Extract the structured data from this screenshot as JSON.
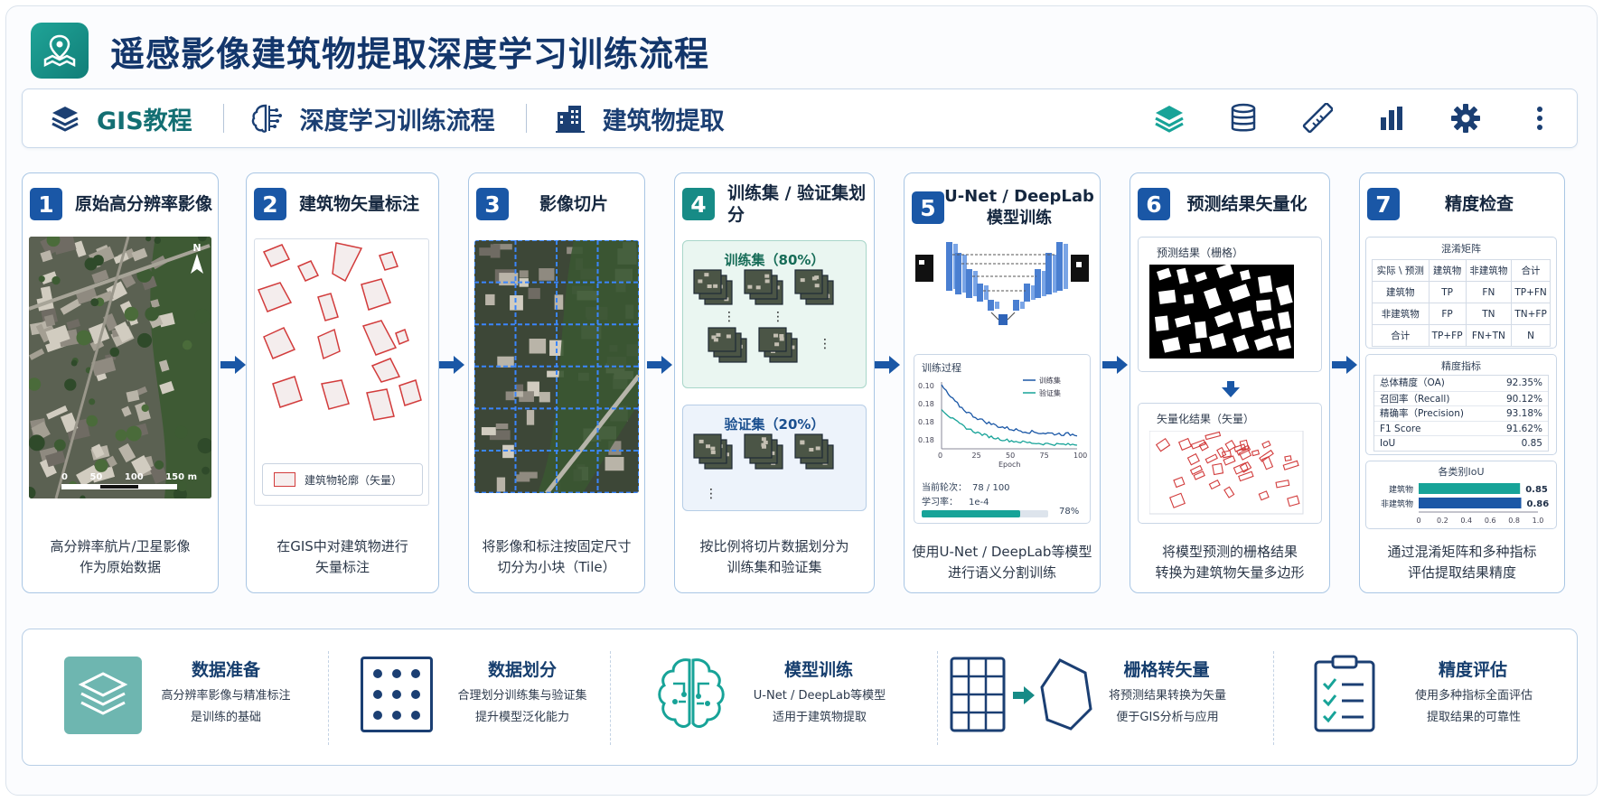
{
  "title": "遥感影像建筑物提取深度学习训练流程",
  "nav": {
    "items": [
      {
        "label": "GIS教程"
      },
      {
        "label": "深度学习训练流程"
      },
      {
        "label": "建筑物提取"
      }
    ],
    "tools": [
      "layers-icon",
      "database-icon",
      "ruler-icon",
      "bar-chart-icon",
      "settings-icon",
      "more-vertical-icon"
    ]
  },
  "steps": [
    {
      "num": "1",
      "title": "原始高分辨率影像",
      "desc": [
        "高分辨率航片/卫星影像",
        "作为原始数据"
      ],
      "scale": [
        "0",
        "50",
        "100",
        "150 m"
      ],
      "north": "N"
    },
    {
      "num": "2",
      "title": "建筑物矢量标注",
      "desc": [
        "在GIS中对建筑物进行",
        "矢量标注"
      ],
      "legend": "建筑物轮廓（矢量）"
    },
    {
      "num": "3",
      "title": "影像切片",
      "desc": [
        "将影像和标注按固定尺寸",
        "切分为小块（Tile）"
      ]
    },
    {
      "num": "4",
      "title": "训练集 / 验证集划分",
      "desc": [
        "按比例将切片数据划分为",
        "训练集和验证集"
      ],
      "train_label": "训练集（80%）",
      "val_label": "验证集（20%）"
    },
    {
      "num": "5",
      "title_lines": [
        "U-Net / DeepLab",
        "模型训练"
      ],
      "desc": [
        "使用U-Net / DeepLab等模型",
        "进行语义分割训练"
      ],
      "training": {
        "title": "训练过程",
        "xlabel": "Epoch",
        "legend": [
          "训练集",
          "验证集"
        ],
        "yticks": [
          "0.10",
          "0.18",
          "0.18",
          "0.18"
        ],
        "xticks": [
          "0",
          "25",
          "50",
          "75",
          "100"
        ],
        "epoch_label": "当前轮次：",
        "epoch_value": "78 / 100",
        "lr_label": "学习率：",
        "lr_value": "1e-4",
        "progress": 0.78,
        "progress_text": "78%"
      }
    },
    {
      "num": "6",
      "title": "预测结果矢量化",
      "desc": [
        "将模型预测的栅格结果",
        "转换为建筑物矢量多边形"
      ],
      "raster_label": "预测结果（栅格）",
      "vector_label": "矢量化结果（矢量）"
    },
    {
      "num": "7",
      "title": "精度检查",
      "desc": [
        "通过混淆矩阵和多种指标",
        "评估提取结果精度"
      ],
      "confusion": {
        "title": "混淆矩阵",
        "rows": [
          [
            "实际 \\ 预测",
            "建筑物",
            "非建筑物",
            "合计"
          ],
          [
            "建筑物",
            "TP",
            "FN",
            "TP+FN"
          ],
          [
            "非建筑物",
            "FP",
            "TN",
            "TN+FP"
          ],
          [
            "合计",
            "TP+FP",
            "FN+TN",
            "N"
          ]
        ]
      },
      "metrics": {
        "title": "精度指标",
        "rows": [
          [
            "总体精度（OA)",
            "92.35%"
          ],
          [
            "召回率（Recall)",
            "90.12%"
          ],
          [
            "精确率（Precision)",
            "93.18%"
          ],
          [
            "F1 Score",
            "91.62%"
          ],
          [
            "IoU",
            "0.85"
          ]
        ]
      },
      "iou": {
        "title": "各类别IoU",
        "bars": [
          {
            "label": "建筑物",
            "value": 0.85,
            "text": "0.85",
            "color": "#17a398"
          },
          {
            "label": "非建筑物",
            "value": 0.86,
            "text": "0.86",
            "color": "#1a57a6"
          }
        ],
        "ticks": [
          "0",
          "0.2",
          "0.4",
          "0.6",
          "0.8",
          "1.0"
        ]
      }
    }
  ],
  "features": [
    {
      "title": "数据准备",
      "desc": [
        "高分辨率影像与精准标注",
        "是训练的基础"
      ]
    },
    {
      "title": "数据划分",
      "desc": [
        "合理划分训练集与验证集",
        "提升模型泛化能力"
      ]
    },
    {
      "title": "模型训练",
      "desc": [
        "U-Net / DeepLab等模型",
        "适用于建筑物提取"
      ]
    },
    {
      "title": "栅格转矢量",
      "desc": [
        "将预测结果转换为矢量",
        "便于GIS分析与应用"
      ]
    },
    {
      "title": "精度评估",
      "desc": [
        "使用多种指标全面评估",
        "提取结果的可靠性"
      ]
    }
  ],
  "colors": {
    "navy": "#13366b",
    "blue": "#1a57a6",
    "teal": "#178b86"
  }
}
